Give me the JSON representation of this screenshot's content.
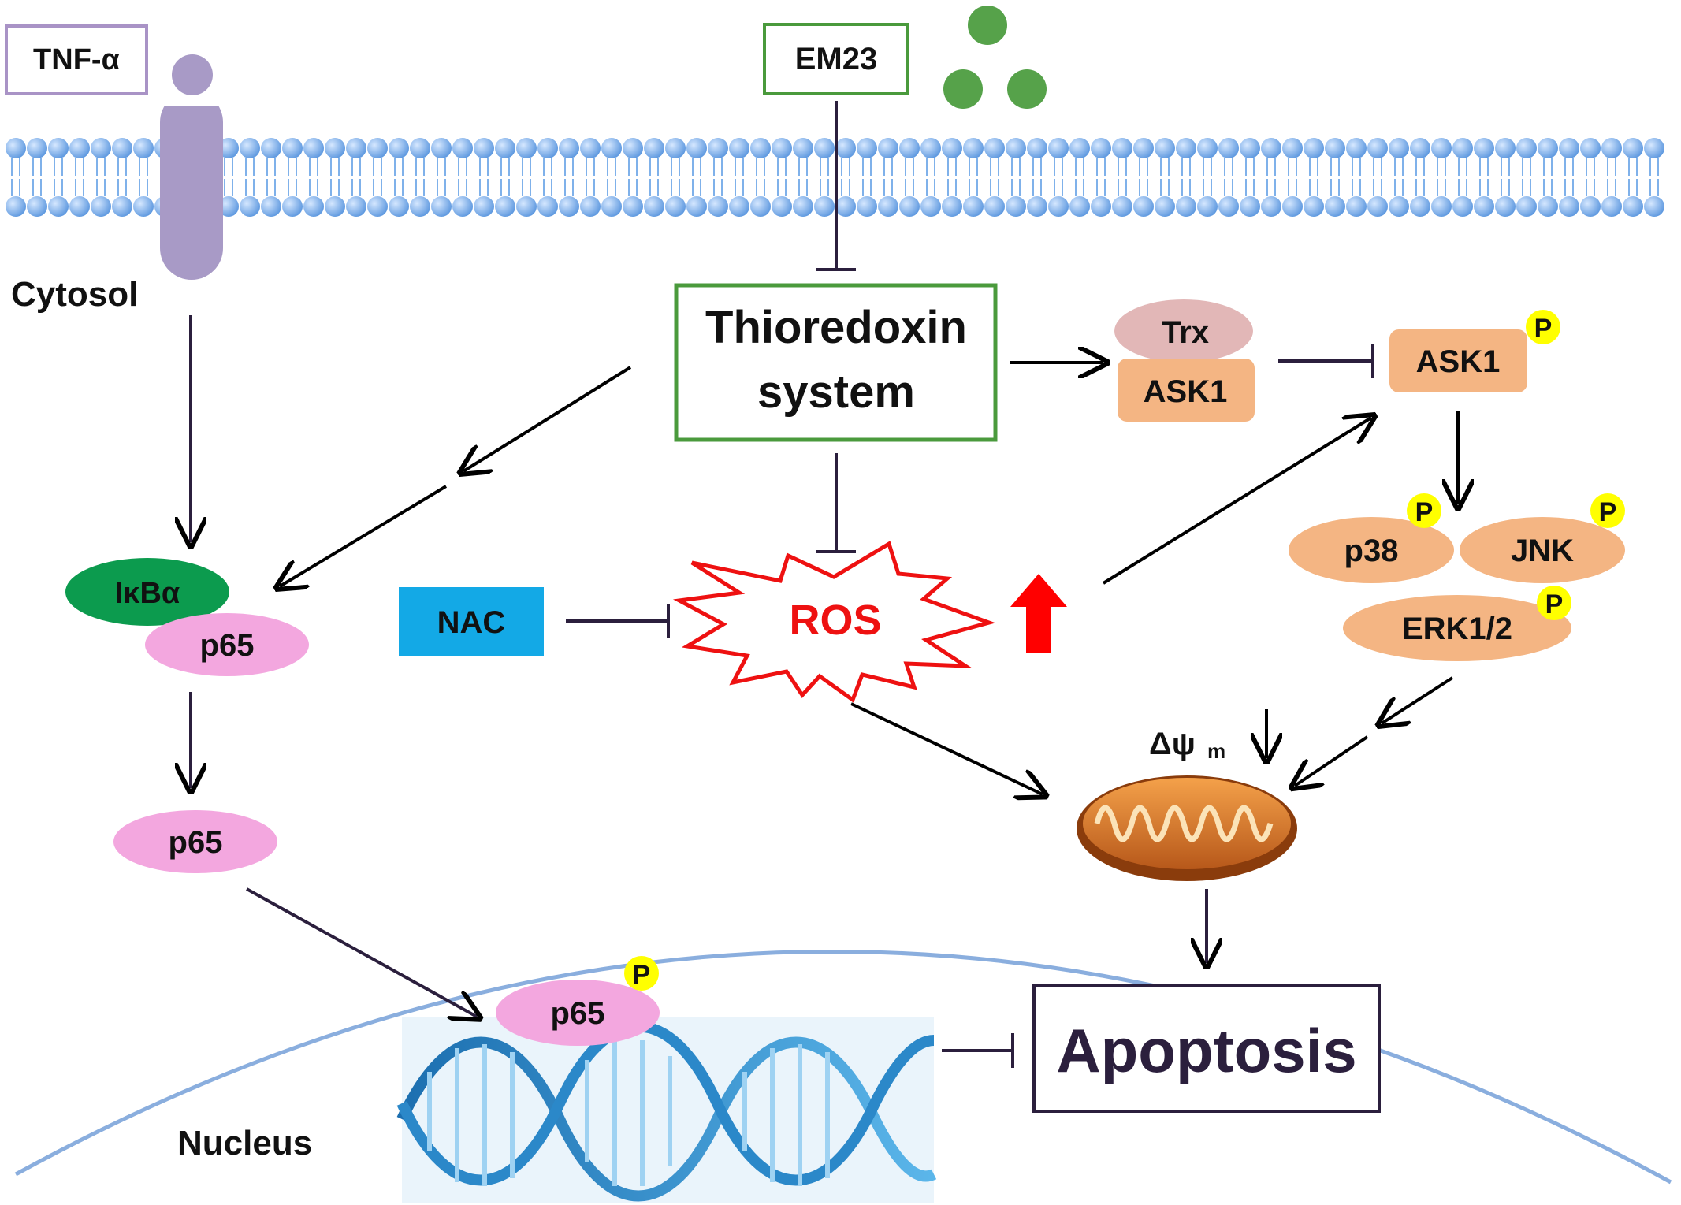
{
  "labels": {
    "tnf": "TNF-α",
    "em23": "EM23",
    "cytosol": "Cytosol",
    "thioredoxin_line1": "Thioredoxin",
    "thioredoxin_line2": "system",
    "trx": "Trx",
    "ask1_complex": "ASK1",
    "ask1": "ASK1",
    "ikba": "IκBα",
    "p65_complex": "p65",
    "p65_free": "p65",
    "p65_nuclear": "p65",
    "nac": "NAC",
    "ros": "ROS",
    "p38": "p38",
    "jnk": "JNK",
    "erk": "ERK1/2",
    "delta_psi": "Δψ",
    "delta_psi_sub": "m",
    "nucleus": "Nucleus",
    "apoptosis": "Apoptosis",
    "phospho": "P"
  },
  "colors": {
    "tnf_box": "#a993c6",
    "em23_box": "#4a9a3c",
    "thioredoxin_box": "#4a9a3c",
    "receptor": "#a89ac6",
    "em23_dots": "#56a24a",
    "trx_fill": "#e2b7b7",
    "kinase_fill": "#f4b583",
    "ikba_fill": "#0c9b4e",
    "p65_fill": "#f3a7df",
    "nac_fill": "#13a9e6",
    "ros_star": "#ee1111",
    "phospho_fill": "#ffff00",
    "arrow": "#2b1f3d",
    "nucleus_line": "#8aaede",
    "membrane_head": "#6ea6e6",
    "apoptosis_box": "#2b1f3d"
  },
  "icons": [
    "receptor-icon",
    "em23-dots-icon",
    "membrane-icon",
    "ros-burst-icon",
    "up-arrow-icon",
    "mitochondrion-icon",
    "dna-helix-icon"
  ]
}
